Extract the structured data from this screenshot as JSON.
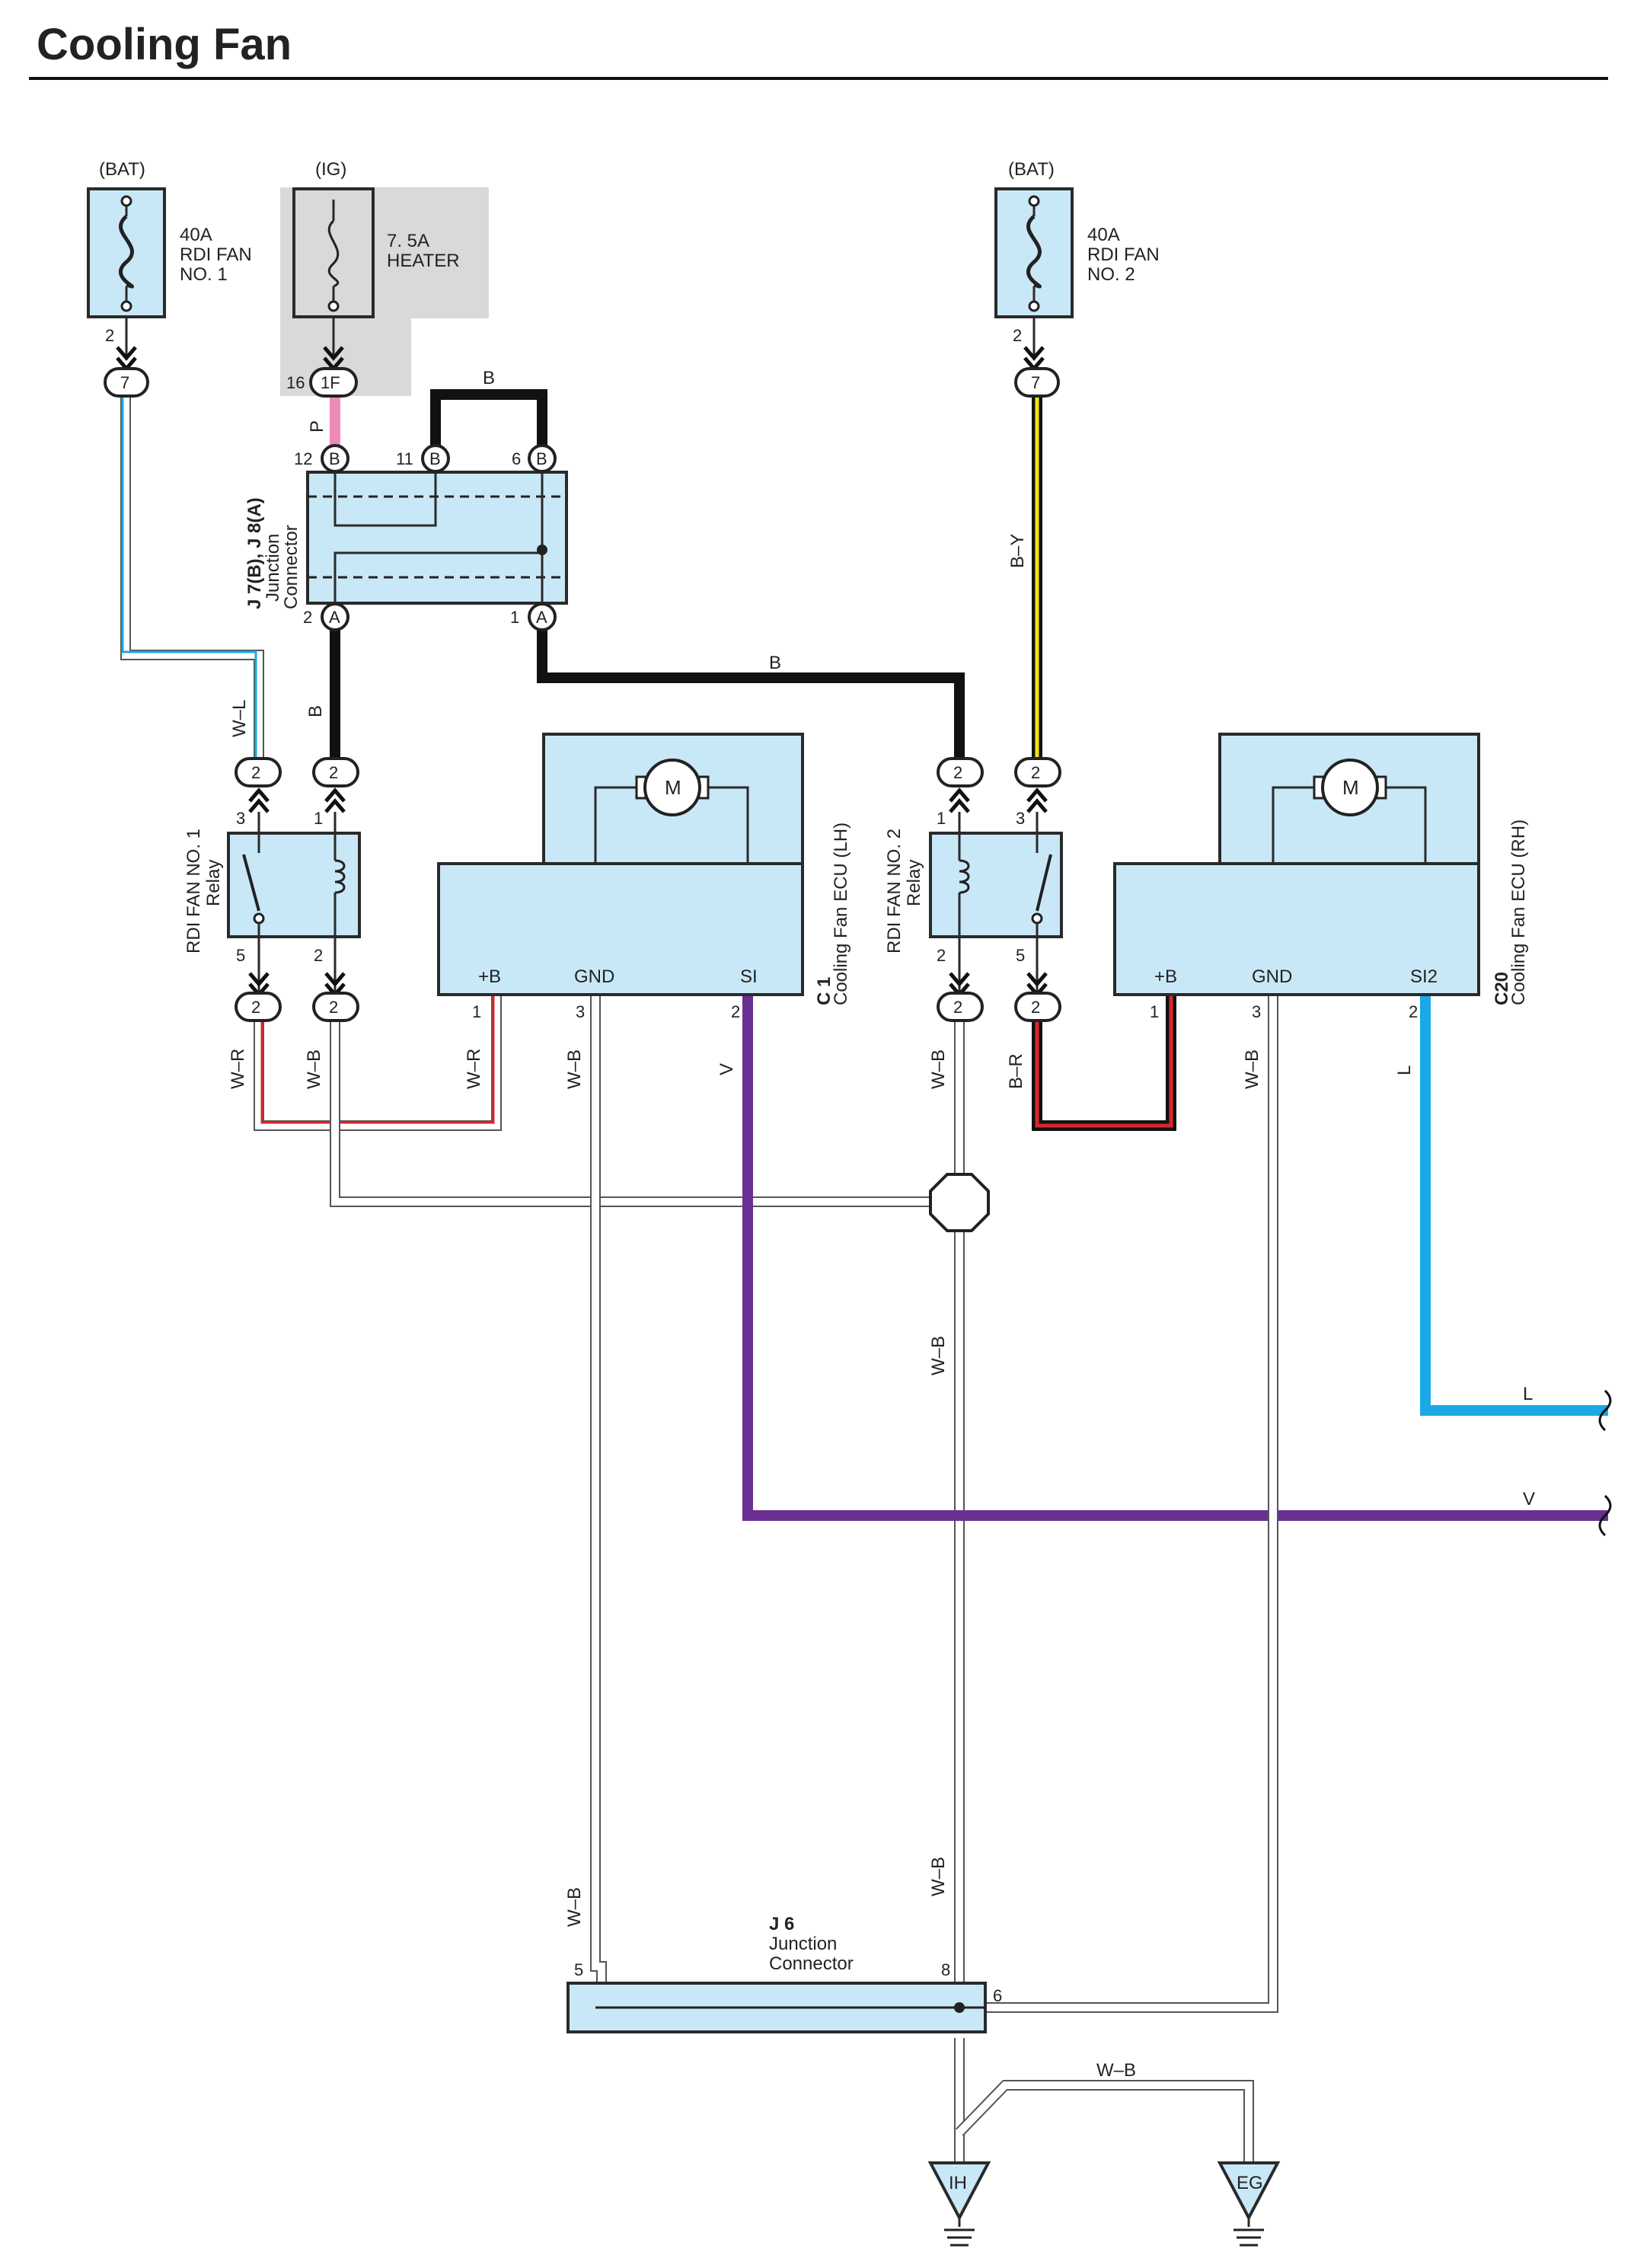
{
  "page": {
    "title": "Cooling Fan"
  },
  "colors": {
    "blue": "#1aa9e6",
    "pink": "#ee8ab8",
    "black": "#111111",
    "yellow": "#f3e21a",
    "red": "#d8262a",
    "violet": "#6a2f90",
    "white": "#ffffff",
    "component": "#c9e8f7",
    "shade": "#d9d9d9"
  },
  "fuses": [
    {
      "source": "(BAT)",
      "rating": "40A",
      "name_l1": "RDI FAN",
      "name_l2": "NO. 1",
      "pin": "2",
      "connector": "7"
    },
    {
      "source": "(IG)",
      "rating": "7. 5A",
      "name_l1": "HEATER",
      "name_l2": "",
      "pin": "16",
      "connector": "1F"
    },
    {
      "source": "(BAT)",
      "rating": "40A",
      "name_l1": "RDI FAN",
      "name_l2": "NO. 2",
      "pin": "2",
      "connector": "7"
    }
  ],
  "junction_j7j8": {
    "id": "J 7(B), J 8(A)",
    "desc_l1": "Junction",
    "desc_l2": "Connector",
    "pins_top": [
      {
        "num": "12",
        "letter": "B"
      },
      {
        "num": "11",
        "letter": "B"
      },
      {
        "num": "6",
        "letter": "B"
      }
    ],
    "pins_bottom": [
      {
        "num": "2",
        "letter": "A"
      },
      {
        "num": "1",
        "letter": "A"
      }
    ]
  },
  "relays": [
    {
      "name_l1": "RDI FAN NO. 1",
      "name_l2": "Relay",
      "pins": [
        "3",
        "1",
        "5",
        "2"
      ],
      "conn": [
        "2",
        "2",
        "2",
        "2"
      ]
    },
    {
      "name_l1": "RDI FAN NO. 2",
      "name_l2": "Relay",
      "pins": [
        "1",
        "3",
        "2",
        "5"
      ],
      "conn": [
        "2",
        "2",
        "2",
        "2"
      ]
    }
  ],
  "ecus": [
    {
      "id": "C 1",
      "name": "Cooling Fan ECU (LH)",
      "motor": "M",
      "terminals": [
        "+B",
        "GND",
        "SI"
      ],
      "pins": [
        "1",
        "3",
        "2"
      ]
    },
    {
      "id": "C20",
      "name": "Cooling Fan ECU (RH)",
      "motor": "M",
      "terminals": [
        "+B",
        "GND",
        "SI2"
      ],
      "pins": [
        "1",
        "3",
        "2"
      ]
    }
  ],
  "junction_j6": {
    "id": "J 6",
    "desc_l1": "Junction",
    "desc_l2": "Connector",
    "pins": [
      "5",
      "8",
      "6"
    ]
  },
  "grounds": [
    "IH",
    "EG"
  ],
  "wire_labels": {
    "wl": "W–L",
    "p": "P",
    "b_top": "B",
    "b_mid": "B",
    "b_left": "B",
    "by": "B–Y",
    "wr1": "W–R",
    "wb1": "W–B",
    "wr2": "W–R",
    "wb_gnd1": "W–B",
    "v": "V",
    "wb_r2": "W–B",
    "br": "B–R",
    "wb_gnd2": "W–B",
    "l": "L",
    "wb_mid": "W–B",
    "wb_j6_left": "W–B",
    "wb_j6_right": "W–B",
    "wb_ground": "W–B",
    "l_end": "L",
    "v_end": "V"
  }
}
